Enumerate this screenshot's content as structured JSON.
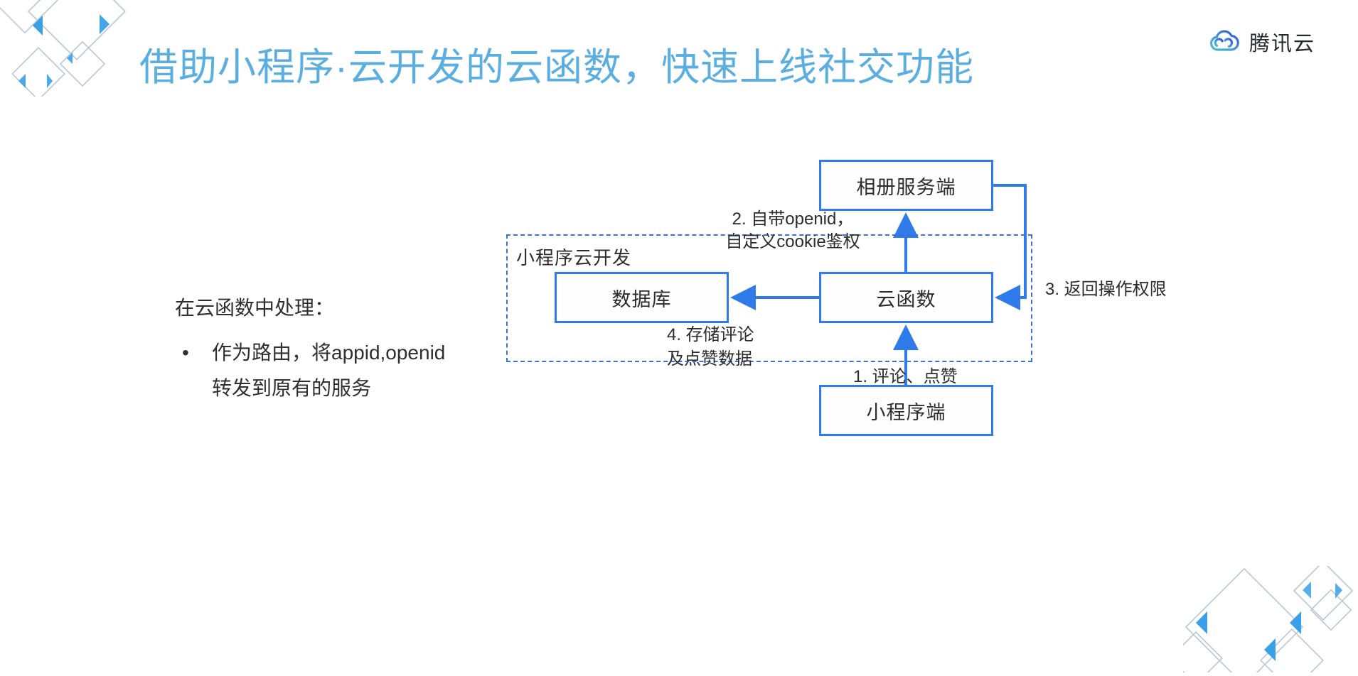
{
  "header": {
    "title": "借助小程序·云开发的云函数，快速上线社交功能",
    "title_color": "#5aaee0",
    "brand": {
      "name": "腾讯云",
      "icon": "tencent-cloud-logo-icon"
    }
  },
  "copy": {
    "lead": "在云函数中处理：",
    "bullet_glyph": "•",
    "items": [
      "作为路由，将appid,openid",
      "转发到原有的服务"
    ]
  },
  "diagram": {
    "accent_color": "#2f7bea",
    "group": {
      "label": "小程序云开发"
    },
    "nodes": {
      "album_server": "相册服务端",
      "cloud_function": "云函数",
      "database": "数据库",
      "mini_program_client": "小程序端"
    },
    "edges": {
      "step1": "1. 评论、点赞",
      "step2_line1": "2. 自带openid，",
      "step2_line2": "自定义cookie鉴权",
      "step3": "3. 返回操作权限",
      "step4_line1": "4. 存储评论",
      "step4_line2": "及点赞数据"
    }
  },
  "decoration": {
    "top_left": "diamond-pattern-decoration",
    "bottom_right": "diamond-pattern-decoration"
  }
}
